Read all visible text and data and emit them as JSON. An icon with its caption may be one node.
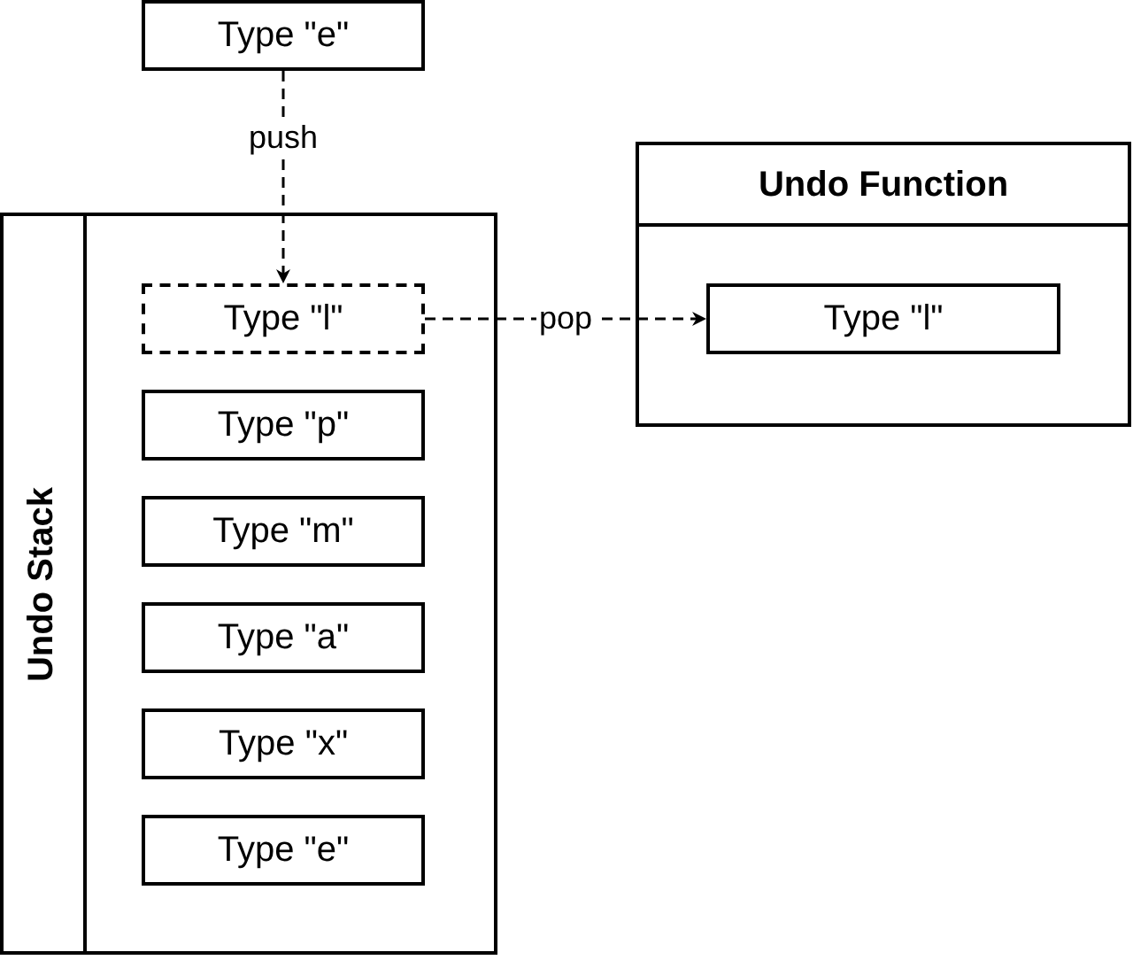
{
  "diagram": {
    "nodes": [
      {
        "text": [
          "Type \"e\""
        ]
      },
      {
        "text": [
          "Undo Stack"
        ]
      },
      {
        "text": [
          "Type \"l\""
        ],
        "in": 1
      },
      {
        "text": [
          "Type \"p\""
        ],
        "in": 1
      },
      {
        "text": [
          "Type \"m\""
        ],
        "in": 1
      },
      {
        "text": [
          "Type \"a\""
        ],
        "in": 1
      },
      {
        "text": [
          "Type \"x\""
        ],
        "in": 1
      },
      {
        "text": [
          "Type \"e\""
        ],
        "in": 1
      },
      {
        "text": [
          "Undo Function"
        ]
      },
      {
        "text": [
          "Type \"l\""
        ],
        "in": 8
      }
    ],
    "edges": [
      {
        "from": 0,
        "to": 2,
        "arrow": "to",
        "label": "push",
        "style": "dashed"
      },
      {
        "from": 2,
        "to": 9,
        "arrow": "to",
        "label": "pop",
        "style": "dashed"
      }
    ]
  }
}
